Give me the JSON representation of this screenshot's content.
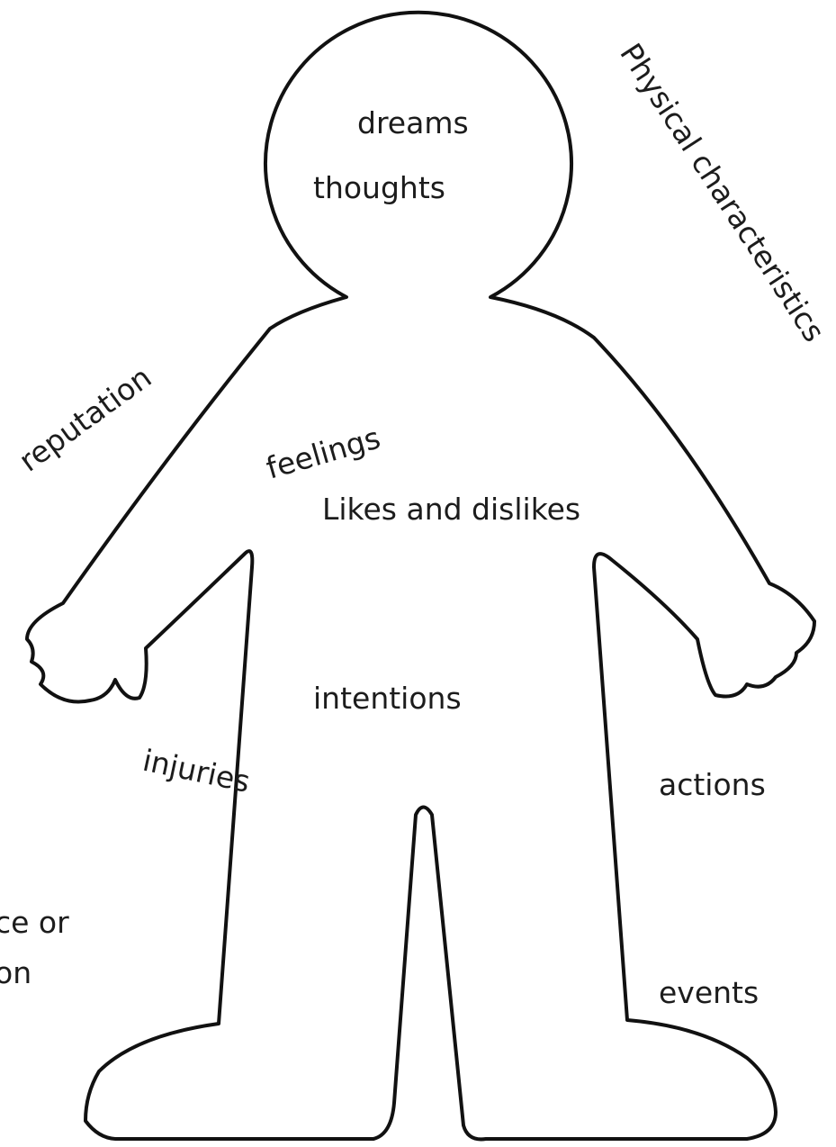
{
  "labels": {
    "dreams": "dreams",
    "thoughts": "thoughts",
    "physical_characteristics": "Physical characteristics",
    "reputation": "reputation",
    "feelings": "feelings",
    "likes_and_dislikes": "Likes and dislikes",
    "intentions": "intentions",
    "injuries": "injuries",
    "actions": "actions",
    "events": "events",
    "cut_off_line_1": "ce or",
    "cut_off_line_2": "on"
  },
  "colors": {
    "outline": "#111111",
    "text": "#1c1c1c",
    "background": "#ffffff"
  }
}
